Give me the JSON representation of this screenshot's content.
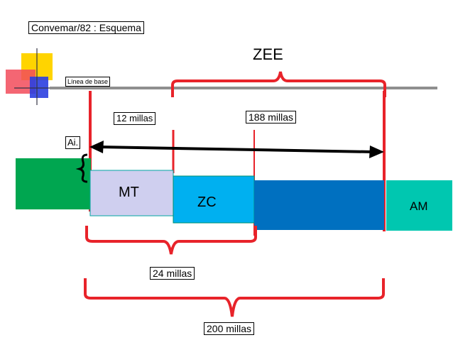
{
  "title": "Convemar/82 : Esquema",
  "baseline_label": "Línea de base",
  "zones": {
    "zee": "ZEE",
    "mt": "MT",
    "zc": "ZC",
    "am": "AM"
  },
  "distances": {
    "m12": "12 millas",
    "m188": "188 millas",
    "m24": "24 millas",
    "m200": "200 millas"
  },
  "ai_label": "Ai.",
  "colors": {
    "land": "#00A650",
    "mt": "#CFCFEF",
    "zc": "#00B0F0",
    "zee_block": "#0070C0",
    "am": "#00C7B0",
    "bracket": "#E8232A",
    "arrow": "#000000"
  }
}
